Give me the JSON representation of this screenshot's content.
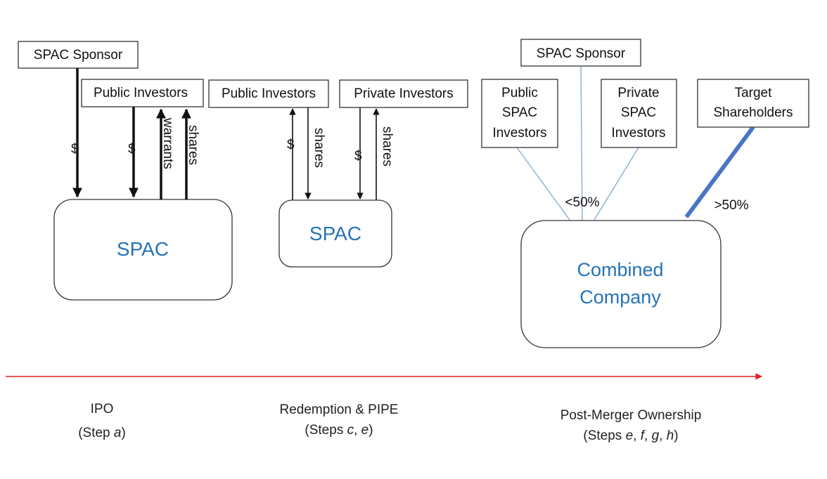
{
  "ipo": {
    "sponsor": "SPAC Sponsor",
    "public_investors": "Public Investors",
    "dollar_1": "$",
    "dollar_2": "$",
    "warrants": "warrants",
    "shares": "shares",
    "spac": "SPAC"
  },
  "redemption": {
    "public_investors": "Public Investors",
    "private_investors": "Private Investors",
    "dollar_1": "$",
    "shares_1": "shares",
    "dollar_2": "$",
    "shares_2": "shares",
    "spac": "SPAC"
  },
  "merger": {
    "sponsor": "SPAC Sponsor",
    "public_spac_investors": [
      "Public",
      "SPAC",
      "Investors"
    ],
    "private_spac_investors": [
      "Private",
      "SPAC",
      "Investors"
    ],
    "target_shareholders": [
      "Target",
      "Shareholders"
    ],
    "less_than": "<50%",
    "greater_than": ">50%",
    "combined": [
      "Combined",
      "Company"
    ]
  },
  "timeline": {
    "ipo_title": "IPO",
    "ipo_step_prefix": "(Step ",
    "ipo_step_letter": "a",
    "ipo_step_suffix": ")",
    "redemption_title": "Redemption & PIPE",
    "redemption_prefix": "(Steps ",
    "redemption_c": "c",
    "redemption_sep": ", ",
    "redemption_e": "e",
    "redemption_suffix": ")",
    "merger_title": "Post-Merger Ownership",
    "merger_prefix": "(Steps ",
    "merger_e": "e",
    "merger_f": "f",
    "merger_g": "g",
    "merger_h": "h",
    "merger_sep": ", ",
    "merger_suffix": ")"
  },
  "colors": {
    "timeline": "#e02020",
    "accent_text": "#2673b8",
    "thin_line": "#7fa7d6",
    "thick_line": "#4a74c4"
  }
}
